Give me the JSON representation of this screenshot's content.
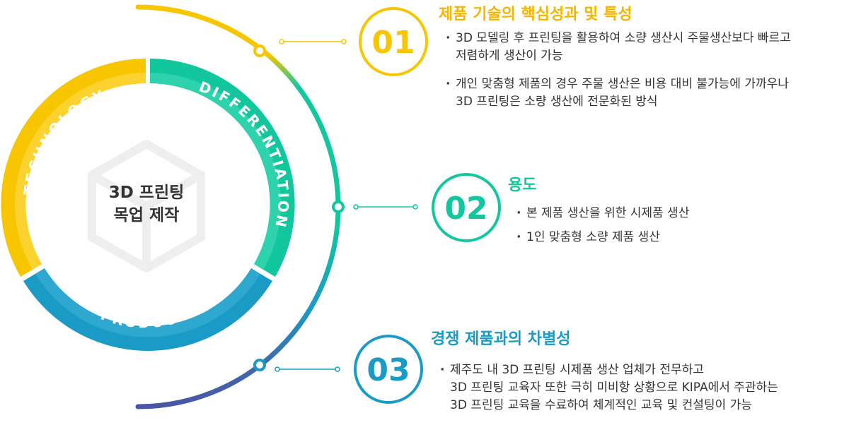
{
  "center_title": [
    "3D 프린팅",
    "목업 제작"
  ],
  "ring_segments": [
    {
      "label": "TECHNOLOGY",
      "color": "#f7c600",
      "inner_color": "#fcd230"
    },
    {
      "label": "DIFFERENTIATION",
      "color": "#12c79e",
      "inner_color": "#2ed3ad"
    },
    {
      "label": "PRODUCT",
      "color": "#1a9bc5",
      "inner_color": "#2fa8d0"
    }
  ],
  "sections": [
    {
      "number": "01",
      "color": "#f7c600",
      "title": "제품 기술의 핵심성과 및 특성",
      "title_color": "#f7b500",
      "bullets": [
        [
          "3D 모델링 후 프린팅을 활용하여 소량 생산시 주물생산보다 빠르고",
          "저렴하게 생산이 가능"
        ],
        [
          "개인 맞춤형 제품의 경우 주물 생산은 비용 대비 불가능에 가까우나",
          "3D 프린팅은 소량 생산에 전문화된 방식"
        ]
      ]
    },
    {
      "number": "02",
      "color": "#12c79e",
      "title": "용도",
      "title_color": "#12c79e",
      "bullets": [
        [
          "본 제품 생산을 위한 시제품 생산"
        ],
        [
          "1인 맞춤형 소량 제품 생산"
        ]
      ]
    },
    {
      "number": "03",
      "color": "#1a9bc5",
      "title": "경쟁 제품과의 차별성",
      "title_color": "#1a9bc5",
      "bullets": [
        [
          "제주도 내 3D 프린팅 시제품 생산 업체가 전무하고",
          "3D 프린팅 교육자 또한 극히 미비항 상황으로 KIPA에서 주관하는",
          "3D 프린팅 교육을 수료하여 체계적인 교육 및 컨설팅이 가능"
        ]
      ]
    }
  ],
  "colors": {
    "outer_arc_end": "#4a56a6",
    "hexagon": "#eeeeee"
  }
}
